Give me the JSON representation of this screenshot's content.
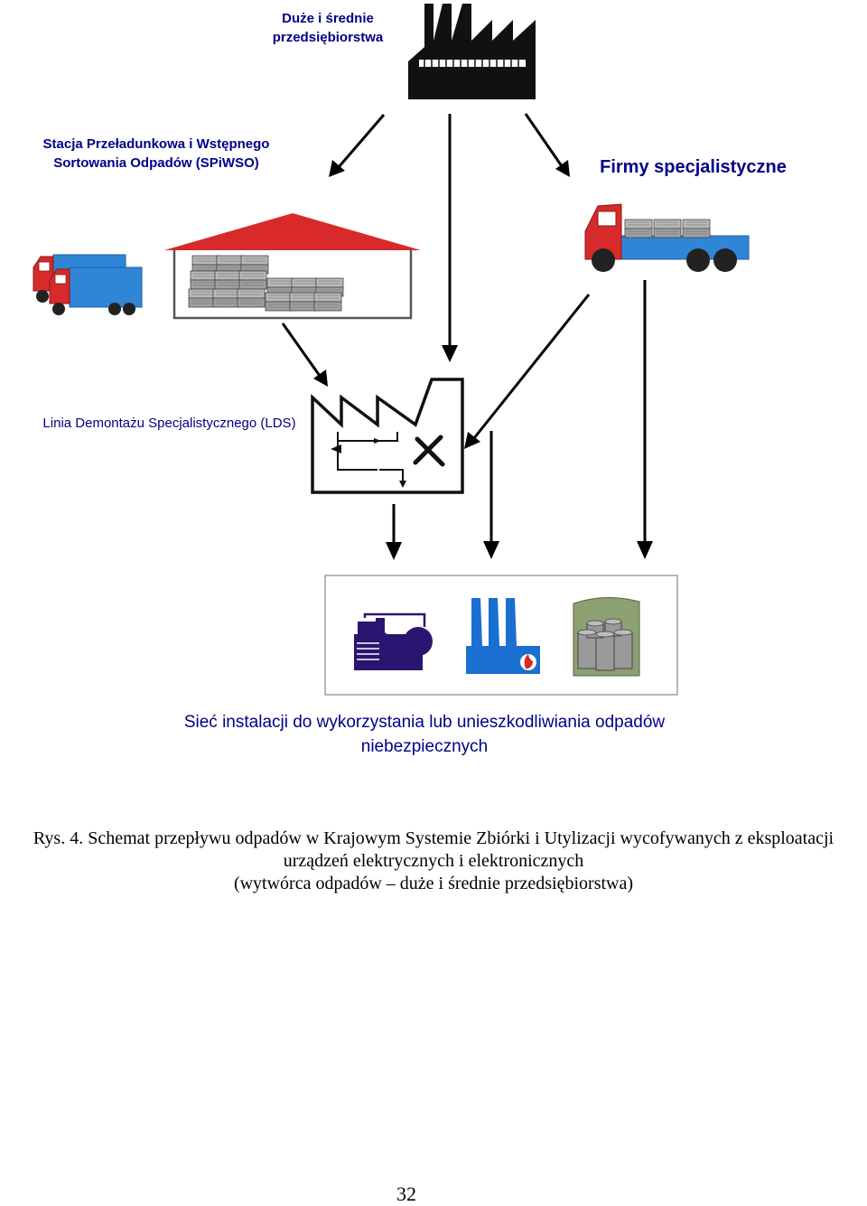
{
  "labels": {
    "producer": "Duże i średnie przedsiębiorstwa",
    "spiwso": "Stacja Przeładunkowa i Wstępnego Sortowania Odpadów (SPiWSO)",
    "firms": "Firmy specjalistyczne",
    "lds": "Linia Demontażu Specjalistycznego (LDS)",
    "network": "Sieć instalacji do wykorzystania lub unieszkodliwiania odpadów niebezpiecznych"
  },
  "caption": {
    "line1": "Rys. 4. Schemat przepływu odpadów w Krajowym Systemie Zbiórki i Utylizacji wycofywanych z eksploatacji",
    "line2": "urządzeń elektrycznych i elektronicznych",
    "line3": "(wytwórca odpadów – duże i średnie przedsiębiorstwa)"
  },
  "page_number": "32",
  "colors": {
    "label_text": "#000088",
    "truck_body": "#2f86d6",
    "truck_cab": "#d82a2a",
    "roof": "#d82a2a",
    "plant": "#2a1570",
    "chimney_plant": "#1a6fd0",
    "arrow": "#000000"
  },
  "icons": {
    "producer": "factory-icon",
    "spiwso": "warehouse-with-trucks-icon",
    "firms": "truck-icon",
    "lds": "disassembly-workshop-icon",
    "network": [
      "chemical-plant-icon",
      "incinerator-icon",
      "drum-storage-icon"
    ]
  }
}
